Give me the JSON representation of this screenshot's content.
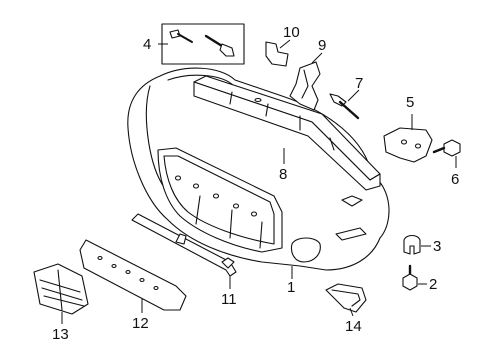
{
  "colors": {
    "line": "#111111",
    "fill": "#ffffff",
    "background": "#ffffff"
  },
  "callouts": [
    {
      "id": "1",
      "text": "1",
      "part": "bumper-cover"
    },
    {
      "id": "2",
      "text": "2",
      "part": "bolt"
    },
    {
      "id": "3",
      "text": "3",
      "part": "clip"
    },
    {
      "id": "4",
      "text": "4",
      "part": "push-pin-fasteners"
    },
    {
      "id": "5",
      "text": "5",
      "part": "bracket"
    },
    {
      "id": "6",
      "text": "6",
      "part": "bolt"
    },
    {
      "id": "7",
      "text": "7",
      "part": "stud"
    },
    {
      "id": "8",
      "text": "8",
      "part": "impact-absorber"
    },
    {
      "id": "9",
      "text": "9",
      "part": "side-bracket"
    },
    {
      "id": "10",
      "text": "10",
      "part": "small-bracket"
    },
    {
      "id": "11",
      "text": "11",
      "part": "upper-retainer"
    },
    {
      "id": "12",
      "text": "12",
      "part": "lower-grille-support"
    },
    {
      "id": "13",
      "text": "13",
      "part": "tow-hook-cover"
    },
    {
      "id": "14",
      "text": "14",
      "part": "fog-lamp-bezel"
    }
  ]
}
